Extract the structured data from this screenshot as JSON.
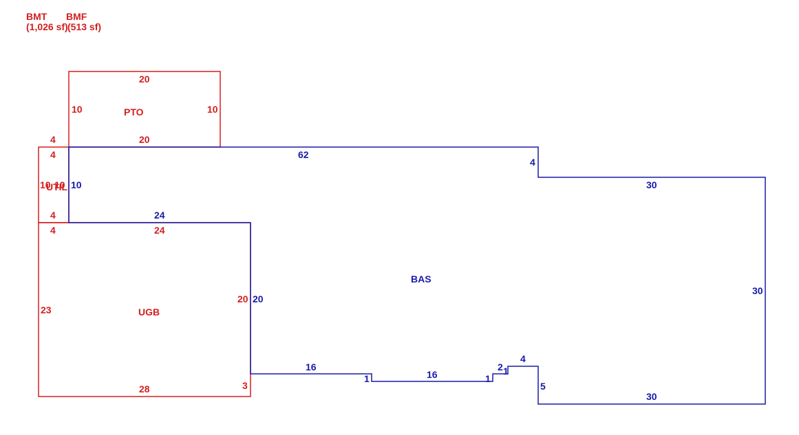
{
  "header": {
    "bmt_label": "BMT",
    "bmt_area": "(1,026 sf)",
    "bmf_label": "BMF",
    "bmf_area": "(513 sf)"
  },
  "areas": {
    "pto": "PTO",
    "util": "UTIL",
    "ugb": "UGB",
    "bas": "BAS"
  },
  "dims": {
    "pto_top": "20",
    "pto_left": "10",
    "pto_right": "10",
    "pto_bottom": "20",
    "util_top": "4",
    "util_top_in": "4",
    "util_left": "10",
    "util_right": "10",
    "util_bottom": "4",
    "util_bottom_in": "4",
    "ugb_top": "24",
    "ugb_left": "23",
    "ugb_right": "20",
    "ugb_bottom": "28",
    "ugb_corner": "3",
    "bas_util_side": "10",
    "bas_top": "62",
    "bas_step": "4",
    "bas_upper_right": "30",
    "bas_right": "30",
    "bas_bottom_right": "30",
    "bas_left_step": "24",
    "bas_ugb_side": "20",
    "bas_bottom_a": "16",
    "bas_jog_a": "1",
    "bas_bottom_b": "16",
    "bas_jog_b": "1",
    "bas_jog_c": "2",
    "bas_jog_d": "1",
    "bas_notch_top": "4",
    "bas_notch_side": "5"
  },
  "colors": {
    "red": "#d41f1f",
    "blue": "#1a1aa8"
  }
}
